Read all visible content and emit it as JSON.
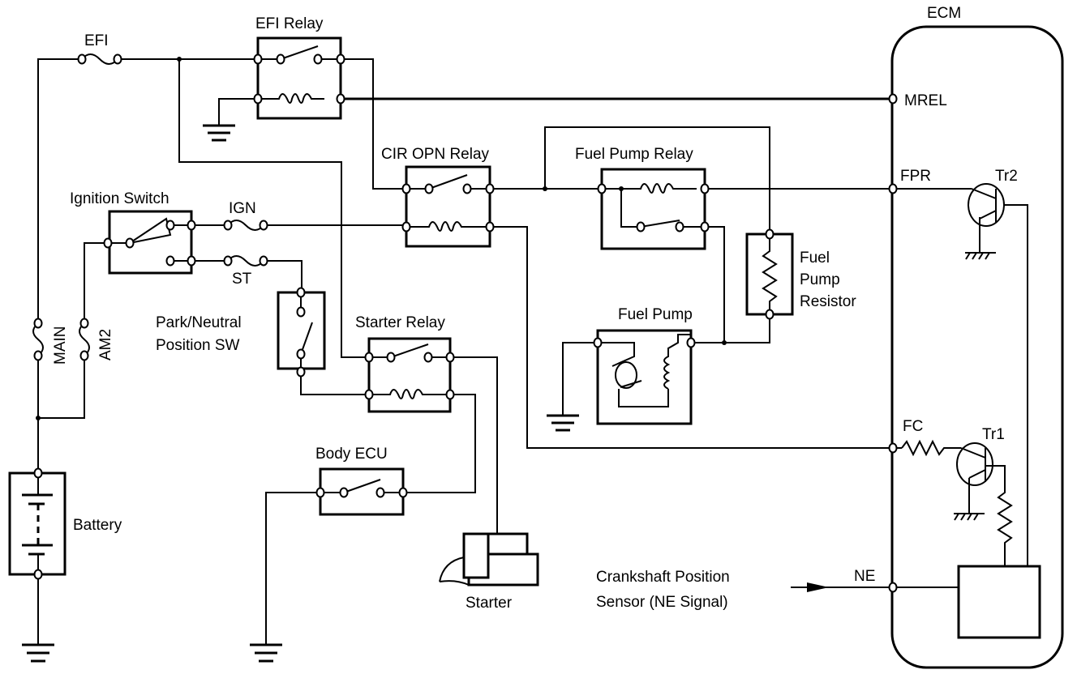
{
  "labels": {
    "ecm": "ECM",
    "efi_fuse": "EFI",
    "efi_relay": "EFI Relay",
    "cir_opn_relay": "CIR OPN Relay",
    "fuel_pump_relay": "Fuel Pump Relay",
    "ignition_switch": "Ignition Switch",
    "ign_fuse": "IGN",
    "st_fuse": "ST",
    "pn_sw_line1": "Park/Neutral",
    "pn_sw_line2": "Position SW",
    "starter_relay": "Starter Relay",
    "fuel_pump": "Fuel Pump",
    "resistor_line1": "Fuel",
    "resistor_line2": "Pump",
    "resistor_line3": "Resistor",
    "body_ecu": "Body ECU",
    "battery": "Battery",
    "main_fuse": "MAIN",
    "am2_fuse": "AM2",
    "starter": "Starter",
    "crank_line1": "Crankshaft Position",
    "crank_line2": "Sensor  (NE Signal)"
  },
  "ecm_terminals": {
    "mrel": "MREL",
    "fpr": "FPR",
    "fc": "FC",
    "ne": "NE"
  },
  "transistors": {
    "tr1": "Tr1",
    "tr2": "Tr2"
  },
  "colors": {
    "line": "#000000",
    "background": "#ffffff"
  }
}
